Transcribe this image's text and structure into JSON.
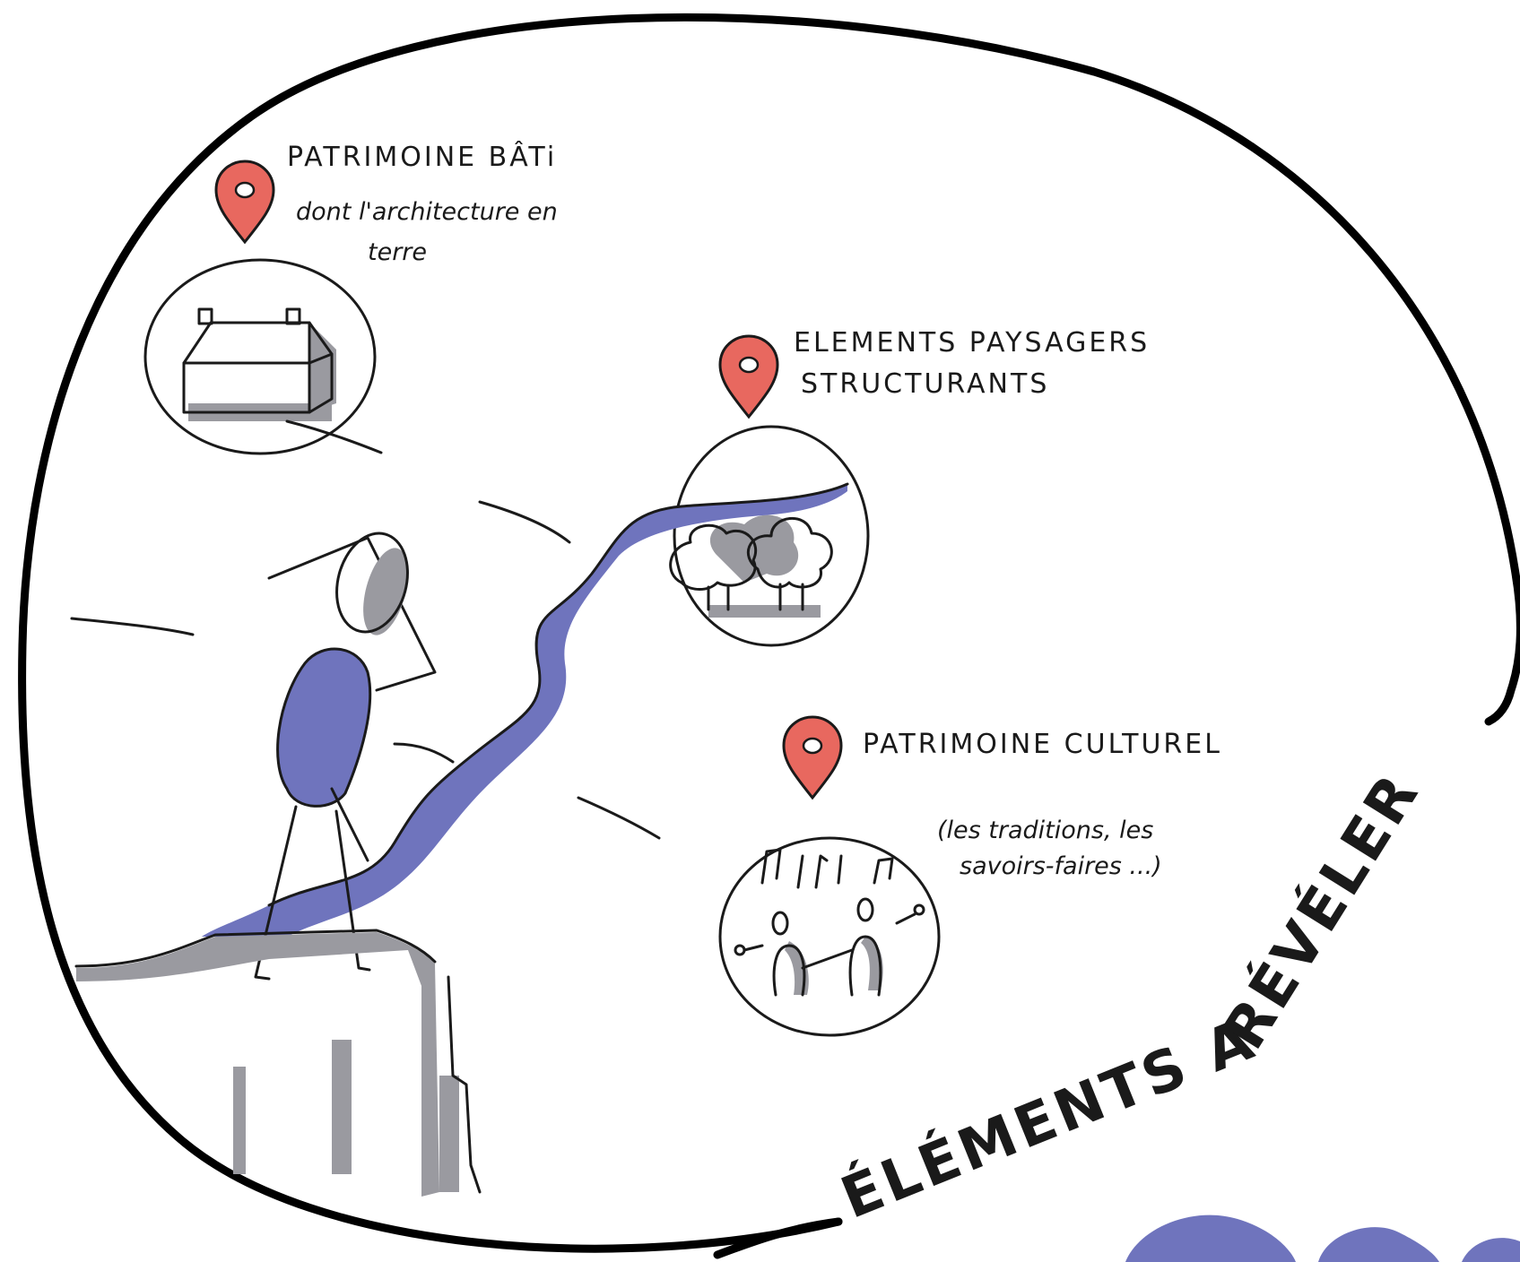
{
  "title": {
    "line1": "ÉLÉMENTS A",
    "line2": "RÉVÉLER"
  },
  "items": [
    {
      "heading": "PATRIMOINE BÂTi",
      "sub_lines": [
        "dont l'architecture en",
        "terre"
      ],
      "icon": "house-icon"
    },
    {
      "heading_lines": [
        "ELEMENTS PAYSAGERS",
        "STRUCTURANTS"
      ],
      "icon": "trees-river-icon"
    },
    {
      "heading": "PATRIMOINE CULTUREL",
      "sub_lines": [
        "(les traditions, les",
        "savoirs-faires ...)"
      ],
      "icon": "music-people-icon"
    }
  ],
  "colors": {
    "pin": "#e8685f",
    "river": "#6f74bd",
    "shadow": "#9a9aa0",
    "ink": "#1a1a1a"
  }
}
